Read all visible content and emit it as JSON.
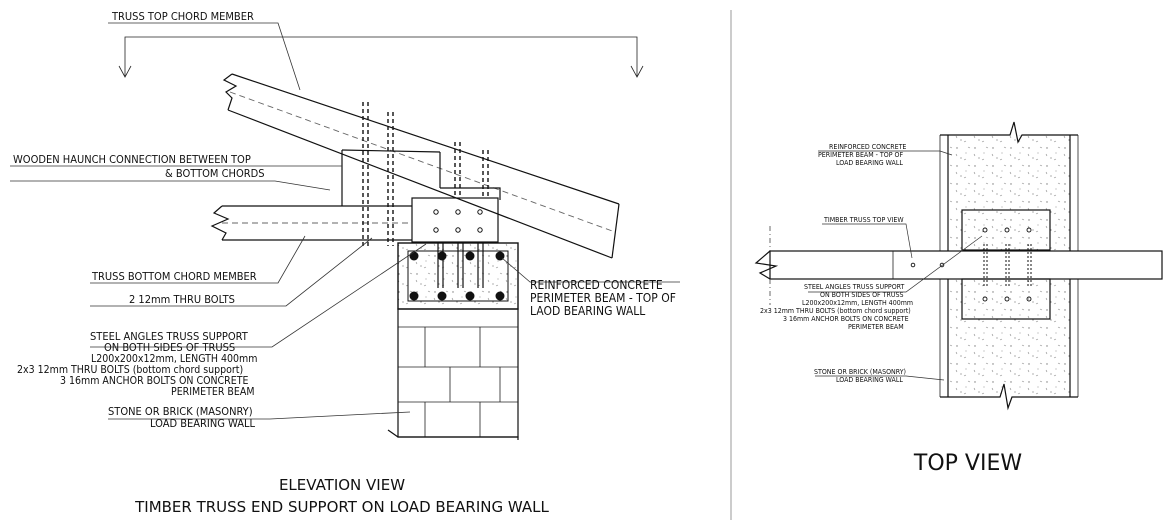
{
  "elevation": {
    "labels": {
      "top_chord": "TRUSS TOP CHORD MEMBER",
      "haunch_1": "WOODEN HAUNCH CONNECTION BETWEEN TOP",
      "haunch_2": "& BOTTOM CHORDS",
      "bottom_chord": "TRUSS BOTTOM CHORD MEMBER",
      "thru_bolts": "2 12mm THRU BOLTS",
      "steel_1": "STEEL ANGLES TRUSS SUPPORT",
      "steel_2": "ON BOTH SIDES OF TRUSS",
      "steel_3": "L200x200x12mm, LENGTH 400mm",
      "steel_4": "2x3 12mm THRU BOLTS (bottom chord support)",
      "steel_5": "3 16mm ANCHOR BOLTS ON CONCRETE",
      "steel_6": "PERIMETER BEAM",
      "masonry_1": "STONE OR BRICK (MASONRY)",
      "masonry_2": "LOAD BEARING WALL",
      "beam_1": "REINFORCED CONCRETE",
      "beam_2": "PERIMETER BEAM - TOP OF",
      "beam_3": "LAOD BEARING WALL"
    },
    "caption_1": "ELEVATION VIEW",
    "caption_2": "TIMBER TRUSS END SUPPORT ON LOAD BEARING WALL"
  },
  "top_view": {
    "labels": {
      "beam_1": "REINFORCED CONCRETE",
      "beam_2": "PERIMETER BEAM - TOP OF",
      "beam_3": "LOAD BEARING WALL",
      "truss": "TIMBER TRUSS TOP VIEW",
      "steel_1": "STEEL ANGLES TRUSS SUPPORT",
      "steel_2": "ON BOTH SIDES OF TRUSS",
      "steel_3": "L200x200x12mm, LENGTH 400mm",
      "steel_4": "2x3 12mm THRU BOLTS (bottom chord support)",
      "steel_5": "3 16mm ANCHOR BOLTS ON CONCRETE",
      "steel_6": "PERIMETER BEAM",
      "masonry_1": "STONE OR BRICK (MASONRY)",
      "masonry_2": "LOAD BEARING WALL"
    },
    "caption": "TOP VIEW"
  }
}
